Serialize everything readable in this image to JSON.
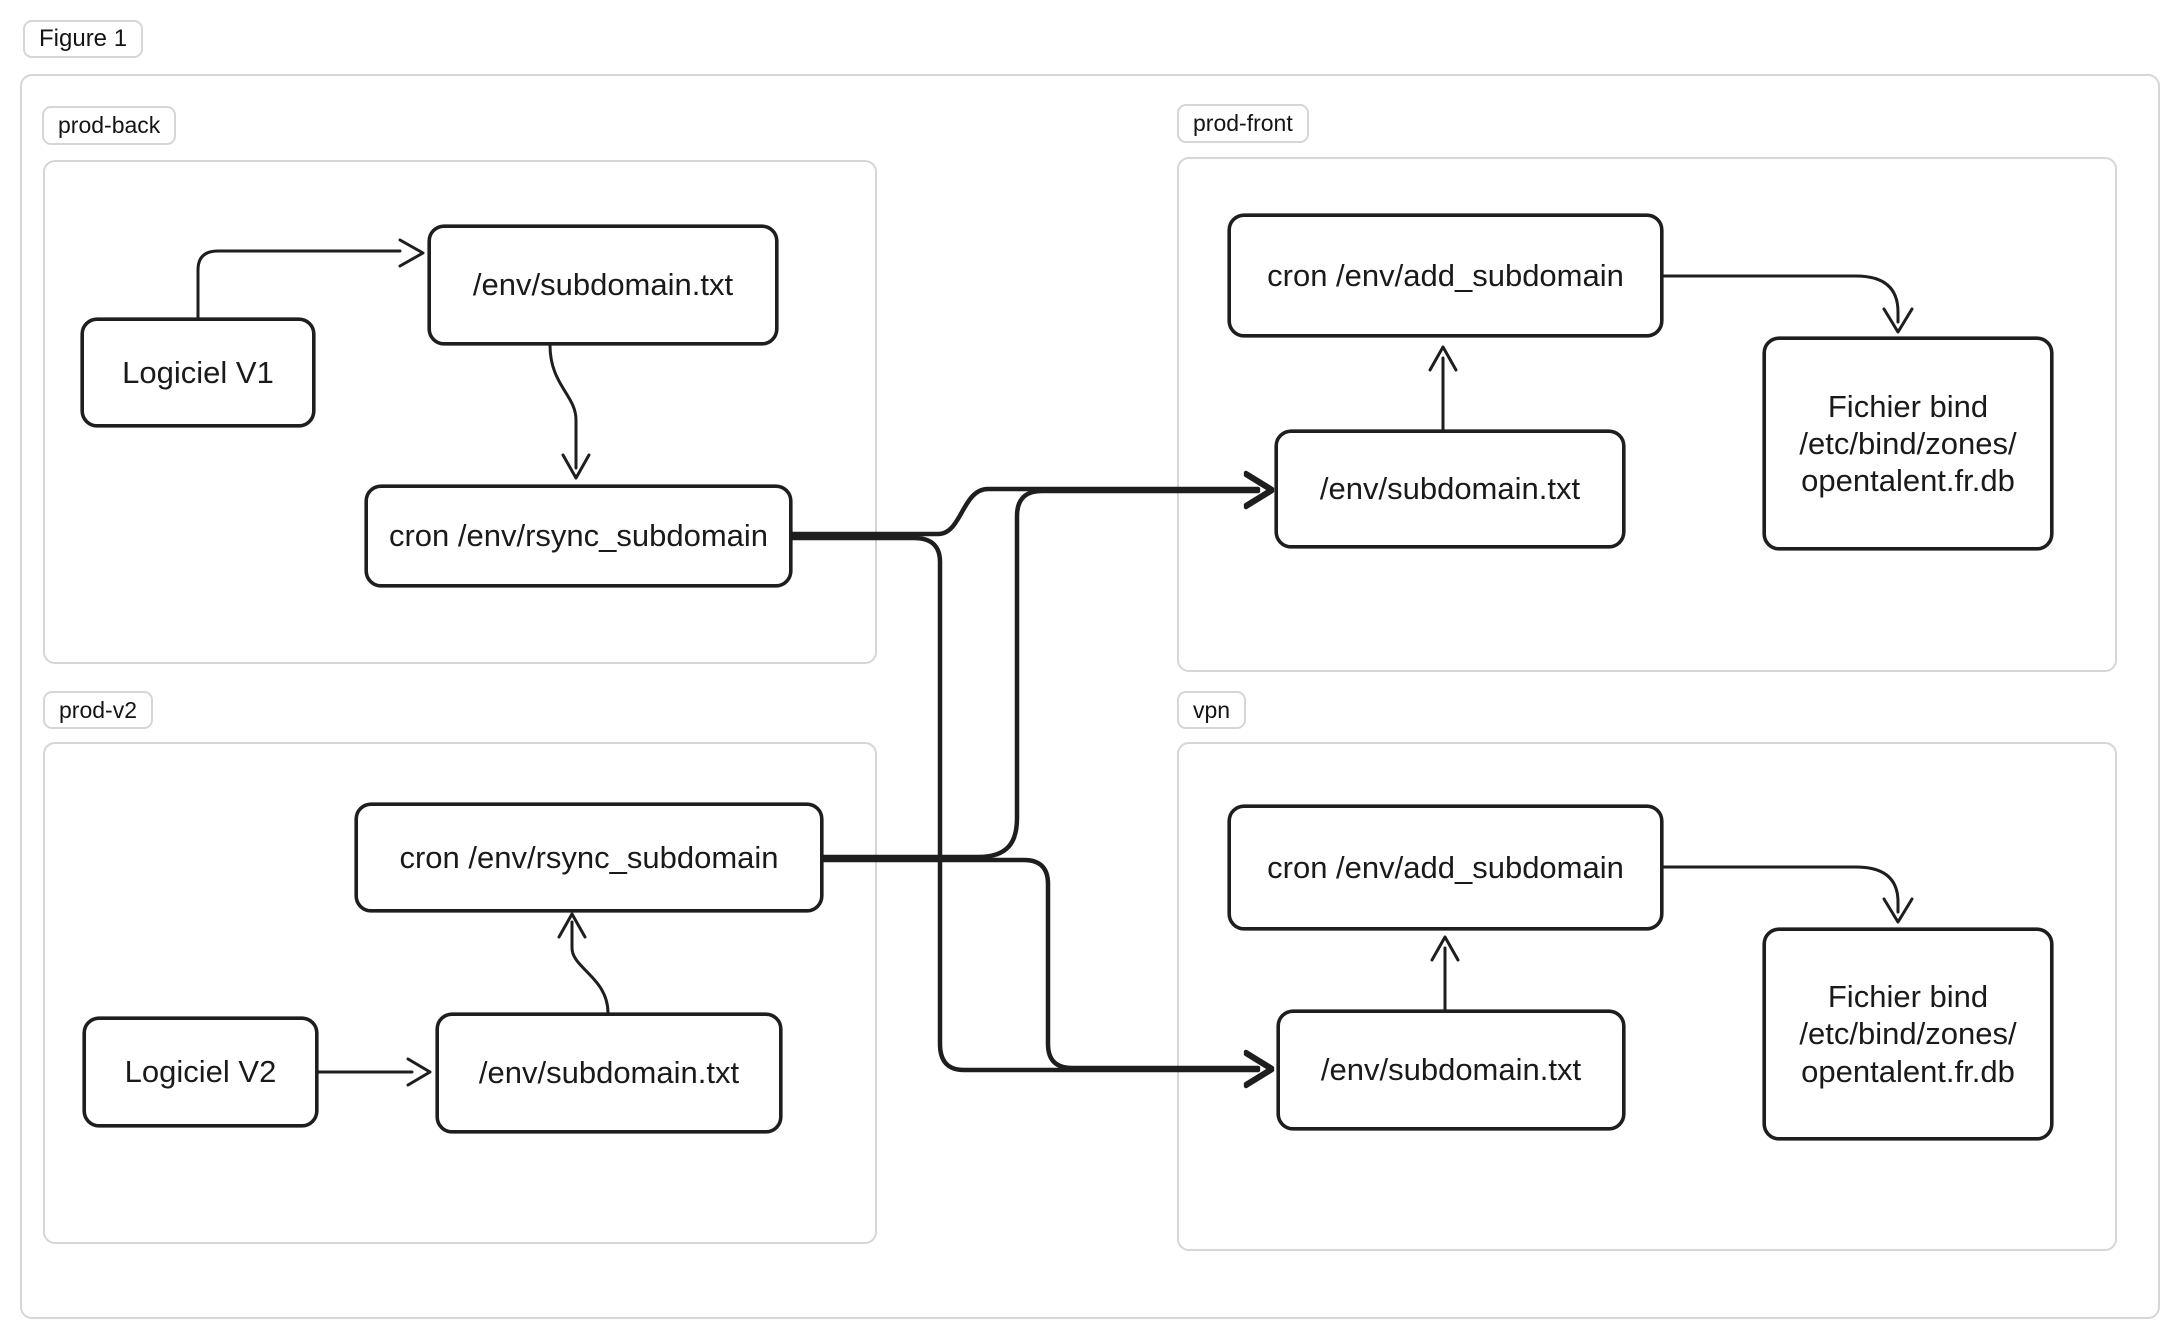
{
  "figure": {
    "label": "Figure 1"
  },
  "colors": {
    "node_stroke": "#1e1e1e",
    "frame_stroke": "#d5d5da",
    "text": "#1a1a1a",
    "background": "#ffffff"
  },
  "groups": {
    "prod_back": {
      "label": "prod-back",
      "nodes": {
        "logiciel": "Logiciel V1",
        "subdomain": "/env/subdomain.txt",
        "rsync": "cron /env/rsync_subdomain"
      }
    },
    "prod_front": {
      "label": "prod-front",
      "nodes": {
        "cron_add": "cron /env/add_subdomain",
        "subdomain": "/env/subdomain.txt",
        "bind_file_lines": [
          "Fichier bind",
          "/etc/bind/zones/",
          "opentalent.fr.db"
        ]
      }
    },
    "prod_v2": {
      "label": "prod-v2",
      "nodes": {
        "rsync": "cron /env/rsync_subdomain",
        "logiciel": "Logiciel V2",
        "subdomain": "/env/subdomain.txt"
      }
    },
    "vpn": {
      "label": "vpn",
      "nodes": {
        "cron_add": "cron /env/add_subdomain",
        "subdomain": "/env/subdomain.txt",
        "bind_file_lines": [
          "Fichier bind",
          "/etc/bind/zones/",
          "opentalent.fr.db"
        ]
      }
    }
  }
}
